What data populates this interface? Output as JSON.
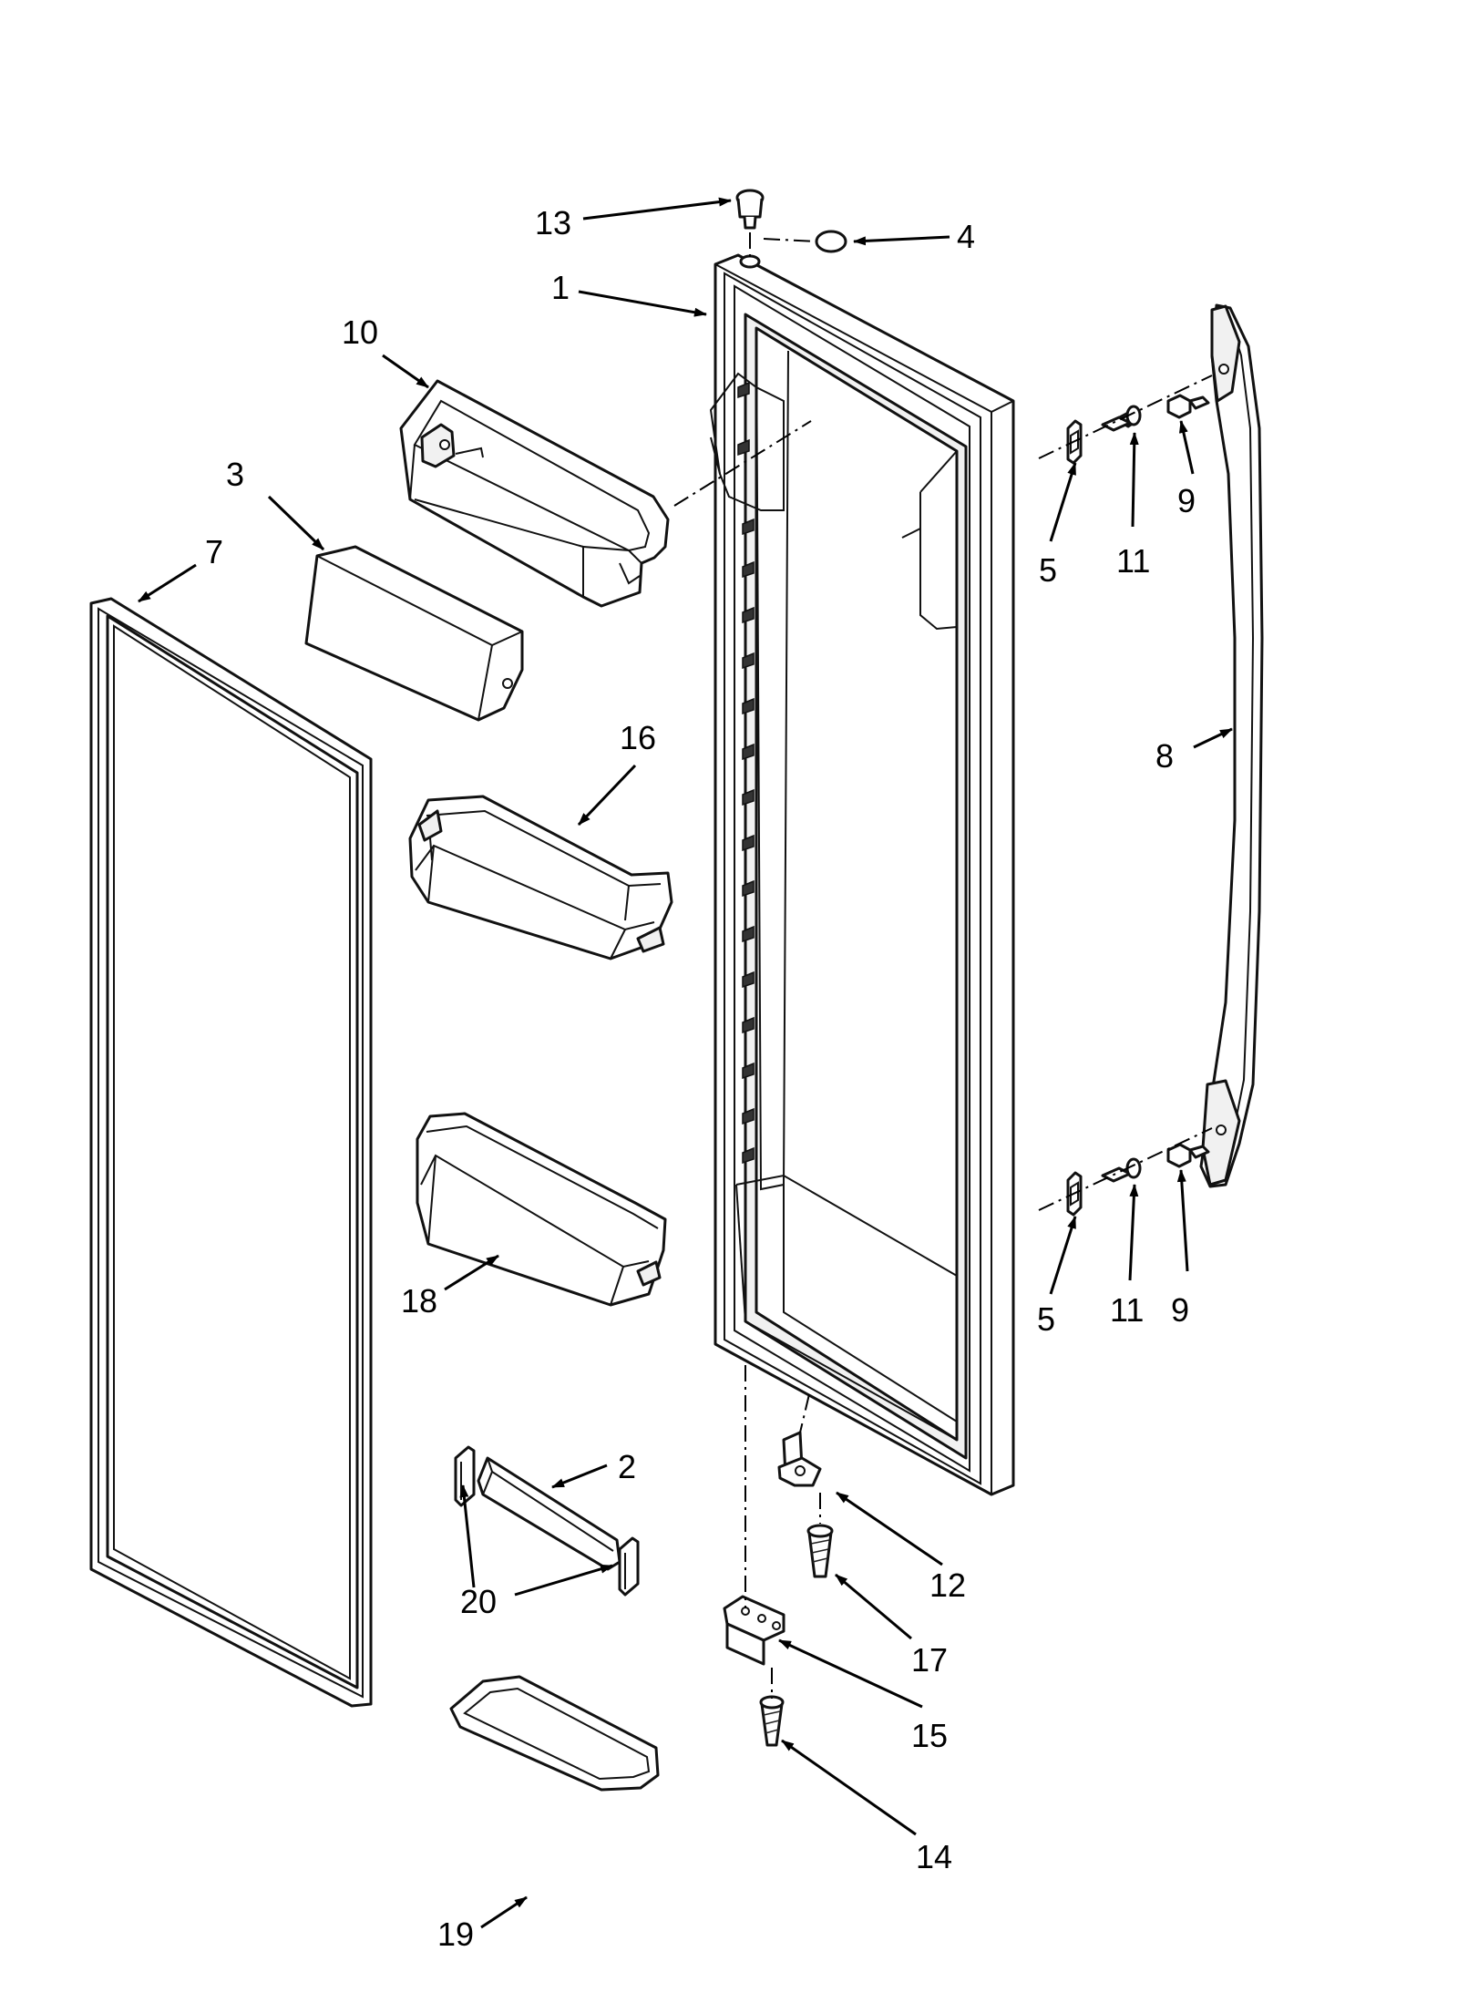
{
  "callouts": {
    "c1": "1",
    "c2": "2",
    "c3": "3",
    "c4": "4",
    "c5a": "5",
    "c5b": "5",
    "c7": "7",
    "c8": "8",
    "c9a": "9",
    "c9b": "9",
    "c10": "10",
    "c11a": "11",
    "c11b": "11",
    "c12": "12",
    "c13": "13",
    "c14": "14",
    "c15": "15",
    "c16": "16",
    "c17": "17",
    "c18": "18",
    "c19": "19",
    "c20": "20"
  }
}
